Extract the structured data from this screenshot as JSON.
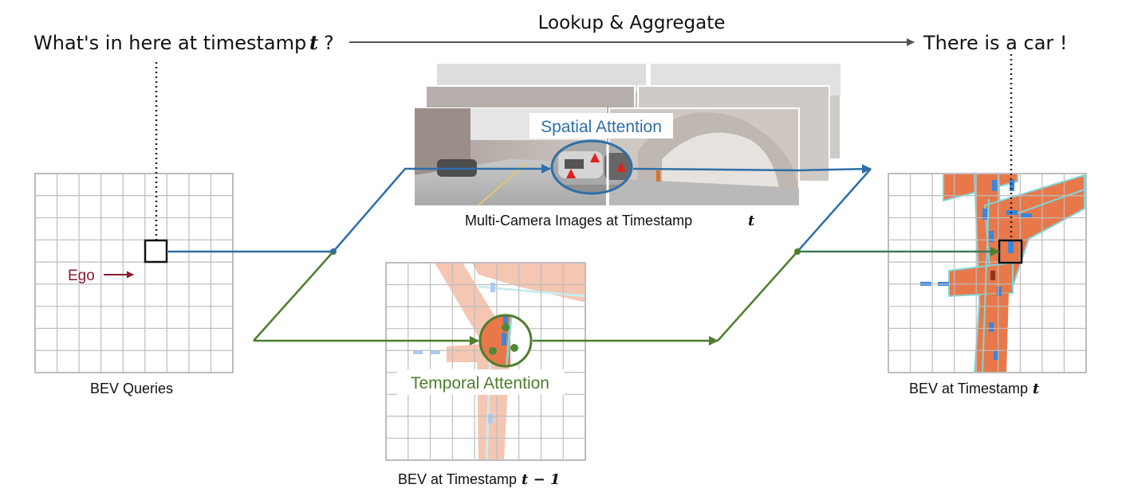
{
  "header": {
    "query_text": "What's in here at timestamp",
    "query_var": "t",
    "query_end": "?",
    "lookup_label": "Lookup & Aggregate",
    "answer_text": "There is a car !"
  },
  "left_panel": {
    "caption": "BEV Queries",
    "ego_label": "Ego"
  },
  "camera_panel": {
    "spatial_label": "Spatial Attention",
    "caption_prefix": "Multi-Camera Images at Timestamp",
    "caption_var": "t"
  },
  "temporal_panel": {
    "temporal_label": "Temporal Attention",
    "caption_prefix": "BEV at Timestamp",
    "caption_var": "t − 1"
  },
  "right_panel": {
    "caption_prefix": "BEV at Timestamp",
    "caption_var": "t"
  },
  "colors": {
    "spatial": "#2E6FA8",
    "temporal": "#4E7D2E",
    "ego": "#8B1A2B",
    "road": "#E8784A",
    "lane": "#7FD6D8",
    "vehicle": "#3A86E0",
    "grid": "#BDBDBD",
    "red_marker": "#E32020",
    "dot": "#4E8A38"
  }
}
